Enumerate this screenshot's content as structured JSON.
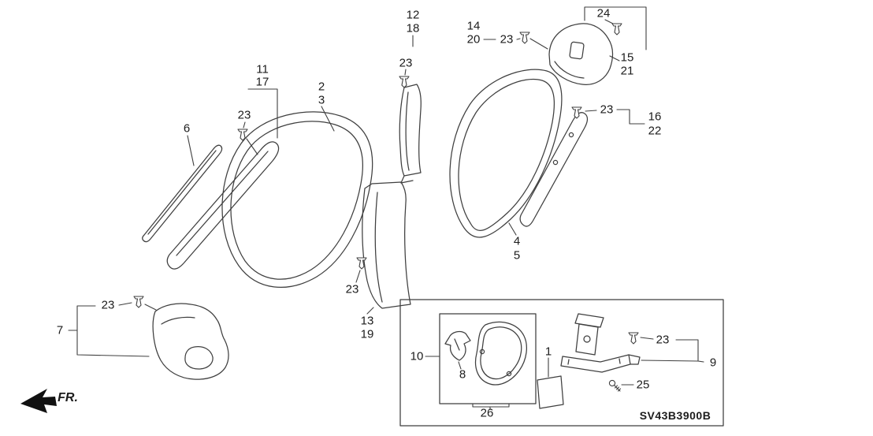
{
  "callouts": {
    "c1": "1",
    "c2": "2",
    "c3": "3",
    "c4": "4",
    "c5": "5",
    "c6": "6",
    "c7": "7",
    "c8": "8",
    "c9": "9",
    "c10": "10",
    "c11": "11",
    "c12": "12",
    "c13": "13",
    "c14": "14",
    "c15": "15",
    "c16": "16",
    "c17": "17",
    "c18": "18",
    "c19": "19",
    "c20": "20",
    "c21": "21",
    "c22": "22",
    "c23": "23",
    "c24": "24",
    "c25": "25",
    "c26": "26"
  },
  "footer": {
    "direction_label": "FR.",
    "diagram_code": "SV43B3900B"
  },
  "colors": {
    "ink": "#3f3f3f",
    "text": "#1c1c1c",
    "background": "#ffffff"
  },
  "icons": {
    "fastener_clip": "clip-icon",
    "screw": "screw-icon",
    "direction_arrow": "fr-arrow-icon"
  }
}
